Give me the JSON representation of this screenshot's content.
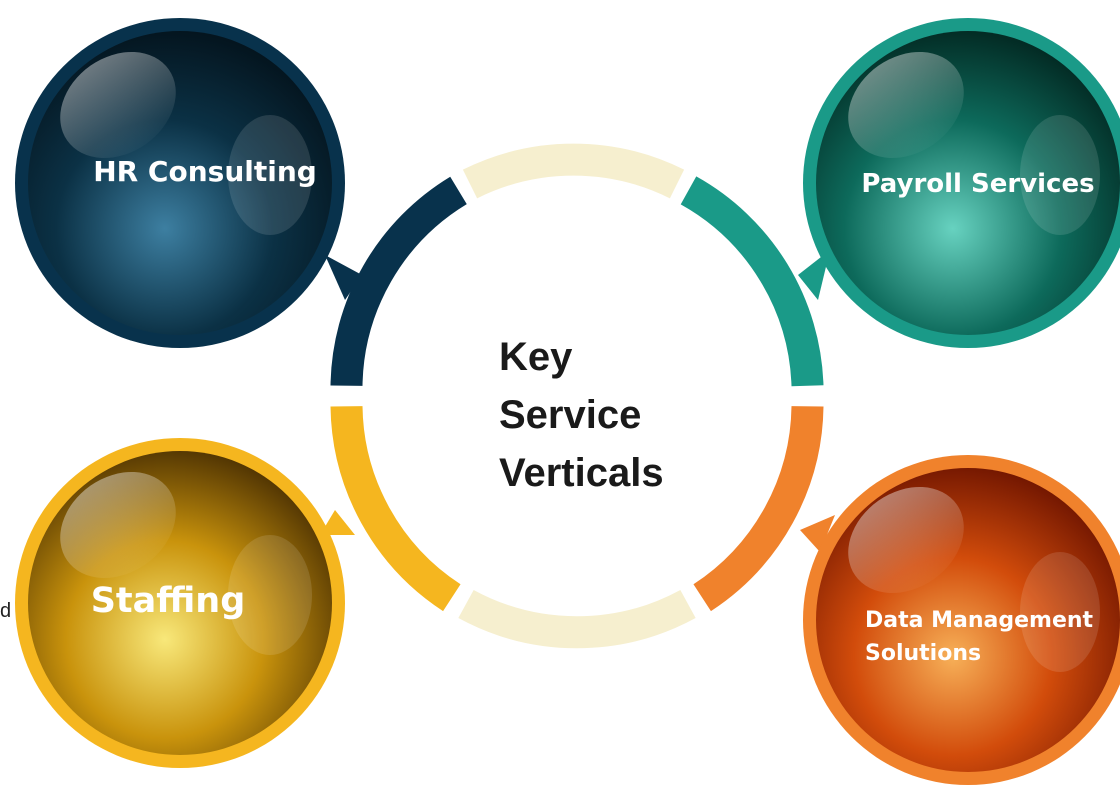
{
  "center": {
    "lines": [
      "Key",
      "Service",
      "Verticals"
    ]
  },
  "nodes": [
    {
      "id": "hr",
      "label_lines": [
        "HR Consulting"
      ],
      "color": "#08324c",
      "dark": "#04151f",
      "light": "#3d7fa1"
    },
    {
      "id": "payroll",
      "label_lines": [
        "Payroll Services"
      ],
      "color": "#1a9a88",
      "dark": "#032c25",
      "light": "#67d2c0"
    },
    {
      "id": "staffing",
      "label_lines": [
        "Staffing"
      ],
      "color": "#f5b61f",
      "dark": "#4b3002",
      "light": "#f8e87a"
    },
    {
      "id": "data",
      "label_lines": [
        "Data Management",
        "Solutions"
      ],
      "color": "#f0822c",
      "dark": "#6e1400",
      "light": "#f7b058"
    }
  ],
  "ring": {
    "connector_color": "#f6efcf"
  },
  "stray_text": "d"
}
